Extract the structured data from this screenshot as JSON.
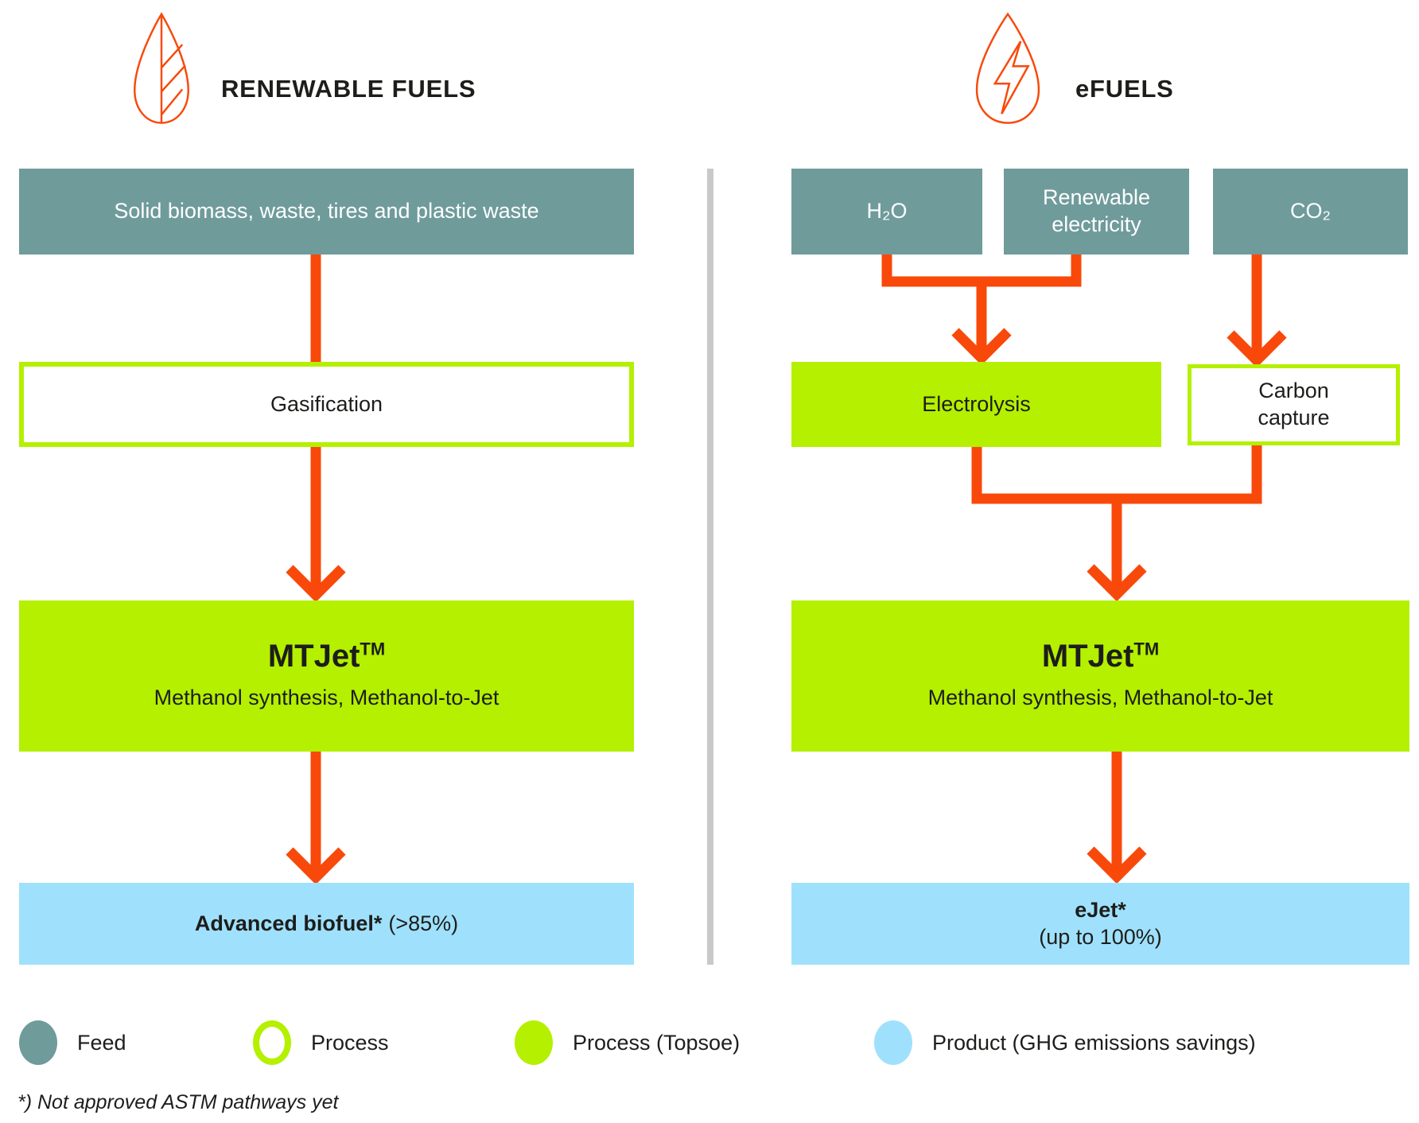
{
  "headers": {
    "left": {
      "title": "RENEWABLE FUELS",
      "icon": "leaf-drop-icon"
    },
    "right": {
      "title": "eFUELS",
      "icon": "lightning-drop-icon"
    }
  },
  "left_column": {
    "feed": "Solid biomass, waste, tires and plastic waste",
    "process": "Gasification",
    "topsoe_process": {
      "title": "MTJet",
      "tm": "TM",
      "subtitle": "Methanol synthesis, Methanol-to-Jet"
    },
    "product": {
      "name": "Advanced biofuel*",
      "detail": "(>85%)"
    }
  },
  "right_column": {
    "feed_h2o": "H₂O",
    "feed_electricity": "Renewable electricity",
    "feed_co2": "CO₂",
    "process_electrolysis": "Electrolysis",
    "process_carbon_capture": "Carbon capture",
    "topsoe_process": {
      "title": "MTJet",
      "tm": "TM",
      "subtitle": "Methanol synthesis, Methanol-to-Jet"
    },
    "product": {
      "name": "eJet*",
      "detail": "(up to 100%)"
    }
  },
  "legend": [
    {
      "label": "Feed"
    },
    {
      "label": "Process"
    },
    {
      "label": "Process (Topsoe)"
    },
    {
      "label": "Product (GHG emissions savings)"
    }
  ],
  "footnote": "*) Not approved ASTM pathways yet",
  "colors": {
    "feed_teal": "#6f9b9b",
    "lime": "#b4f000",
    "product_blue": "#9fe1fc",
    "arrow_orange": "#f8490b",
    "divider_gray": "#c9c9c9",
    "text_dark": "#1d1d1b"
  }
}
